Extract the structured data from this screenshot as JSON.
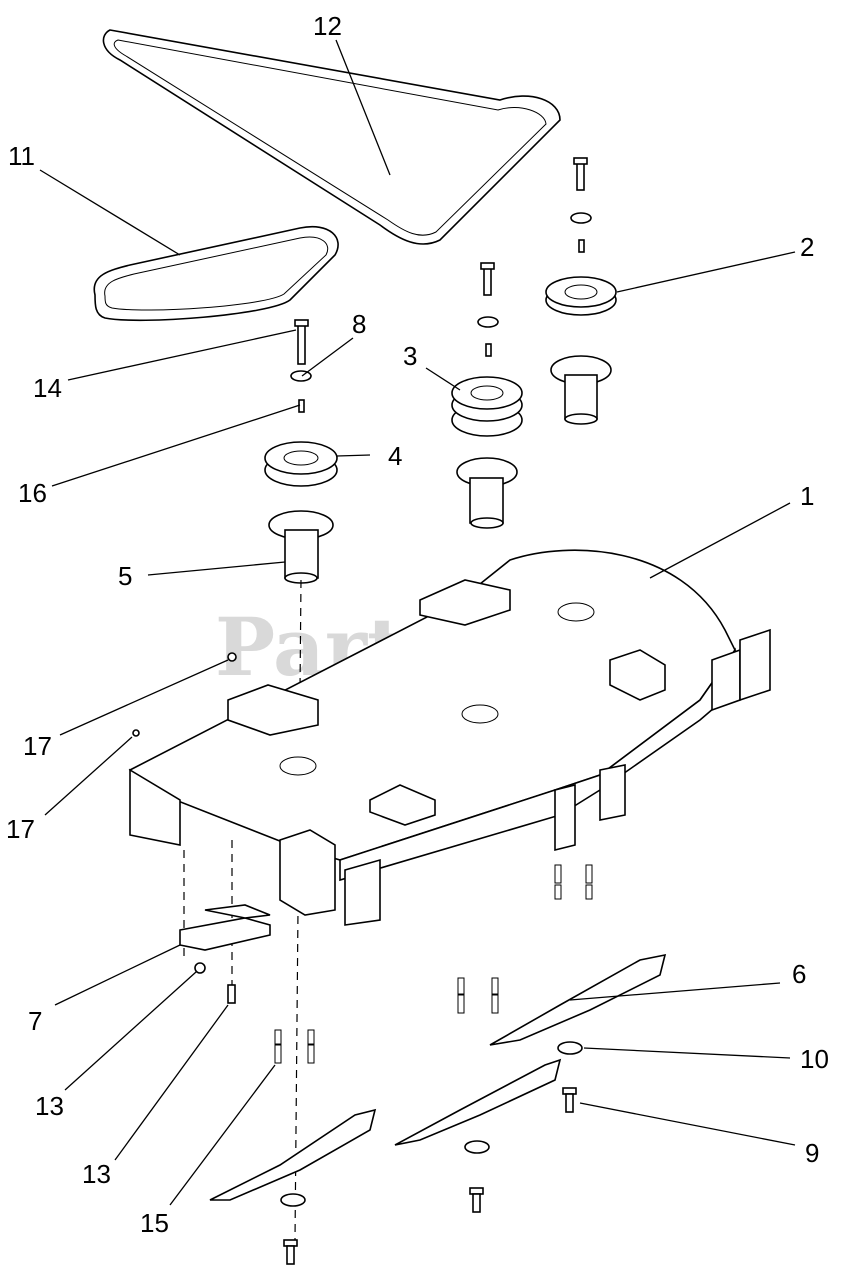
{
  "watermark": {
    "text": "PartsTree",
    "trademark": "™"
  },
  "callouts": {
    "c1": "1",
    "c2": "2",
    "c3": "3",
    "c4": "4",
    "c5": "5",
    "c6": "6",
    "c7": "7",
    "c8": "8",
    "c9": "9",
    "c10": "10",
    "c11": "11",
    "c12": "12",
    "c13a": "13",
    "c13b": "13",
    "c14": "14",
    "c15": "15",
    "c16": "16",
    "c17a": "17",
    "c17b": "17"
  }
}
